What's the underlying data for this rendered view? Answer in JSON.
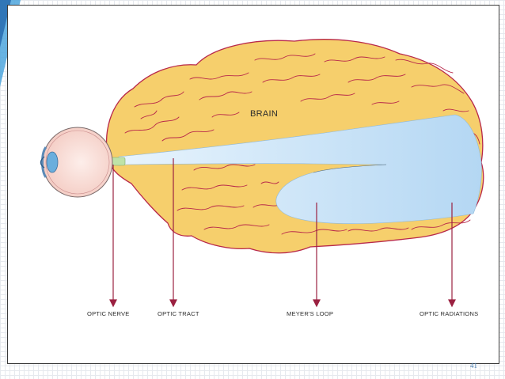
{
  "diagram": {
    "brain_label": "BRAIN",
    "labels": {
      "optic_nerve": "OPTIC NERVE",
      "optic_tract": "OPTIC TRACT",
      "meyers_loop": "MEYER'S LOOP",
      "optic_radiations": "OPTIC RADIATIONS"
    },
    "colors": {
      "brain_fill": "#f6cf6c",
      "brain_outline": "#b8284a",
      "pathway": "#c2e0f6",
      "pointer": "#9b2141",
      "eye_fill": "#f8d8d2"
    }
  },
  "slide": {
    "page_number": "41"
  }
}
